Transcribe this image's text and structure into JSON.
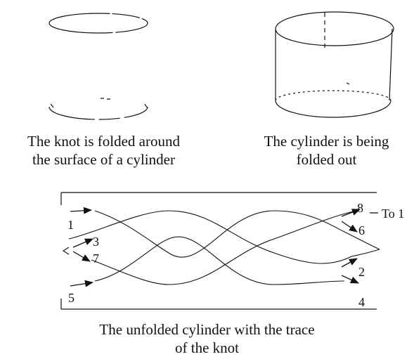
{
  "captions": {
    "top_left_line1": "The knot is folded around",
    "top_left_line2": "the surface of a cylinder",
    "top_right_line1": "The cylinder is being",
    "top_right_line2": "folded out",
    "bottom_line1": "The unfolded cylinder with the trace",
    "bottom_line2": "of the knot"
  },
  "labels": {
    "n1": "1",
    "n2": "2",
    "n3": "3",
    "n4": "4",
    "n5": "5",
    "n6": "6",
    "n7": "7",
    "n8": "8",
    "to1": "To 1"
  },
  "colors": {
    "ink": "#111111",
    "background": "#ffffff"
  }
}
